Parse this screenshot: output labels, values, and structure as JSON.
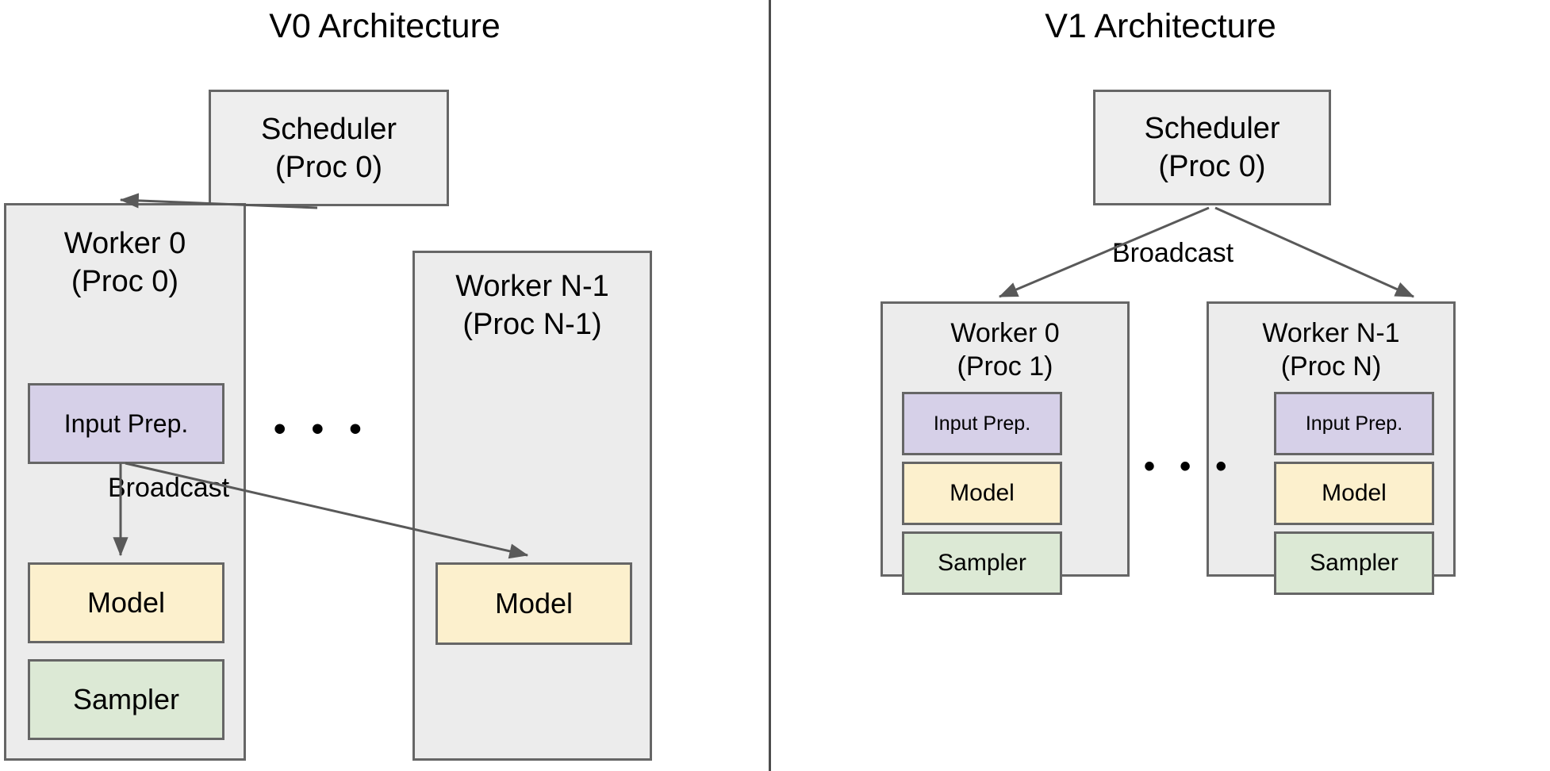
{
  "figure": {
    "divider": true,
    "accent_colors": {
      "node_fill": "#eeeeee",
      "node_border": "#666666",
      "input_prep_fill": "#d6d0e8",
      "model_fill": "#fcf0cd",
      "sampler_fill": "#dce9d5",
      "arrow_stroke": "#595959",
      "text": "#000000"
    }
  },
  "v0": {
    "title": "V0 Architecture",
    "scheduler": {
      "line1": "Scheduler",
      "line2": "(Proc 0)"
    },
    "worker0": {
      "line1": "Worker 0",
      "line2": "(Proc 0)",
      "input_prep": "Input Prep.",
      "model": "Model",
      "sampler": "Sampler"
    },
    "workerN": {
      "line1": "Worker N-1",
      "line2": "(Proc N-1)",
      "model": "Model"
    },
    "broadcast_label": "Broadcast",
    "ellipsis": "• • •"
  },
  "v1": {
    "title": "V1 Architecture",
    "scheduler": {
      "line1": "Scheduler",
      "line2": "(Proc 0)"
    },
    "broadcast_label": "Broadcast",
    "worker0": {
      "line1": "Worker 0",
      "line2": "(Proc 1)",
      "input_prep": "Input Prep.",
      "model": "Model",
      "sampler": "Sampler"
    },
    "workerN": {
      "line1": "Worker N-1",
      "line2": "(Proc N)",
      "input_prep": "Input Prep.",
      "model": "Model",
      "sampler": "Sampler"
    },
    "ellipsis": "• • •"
  }
}
